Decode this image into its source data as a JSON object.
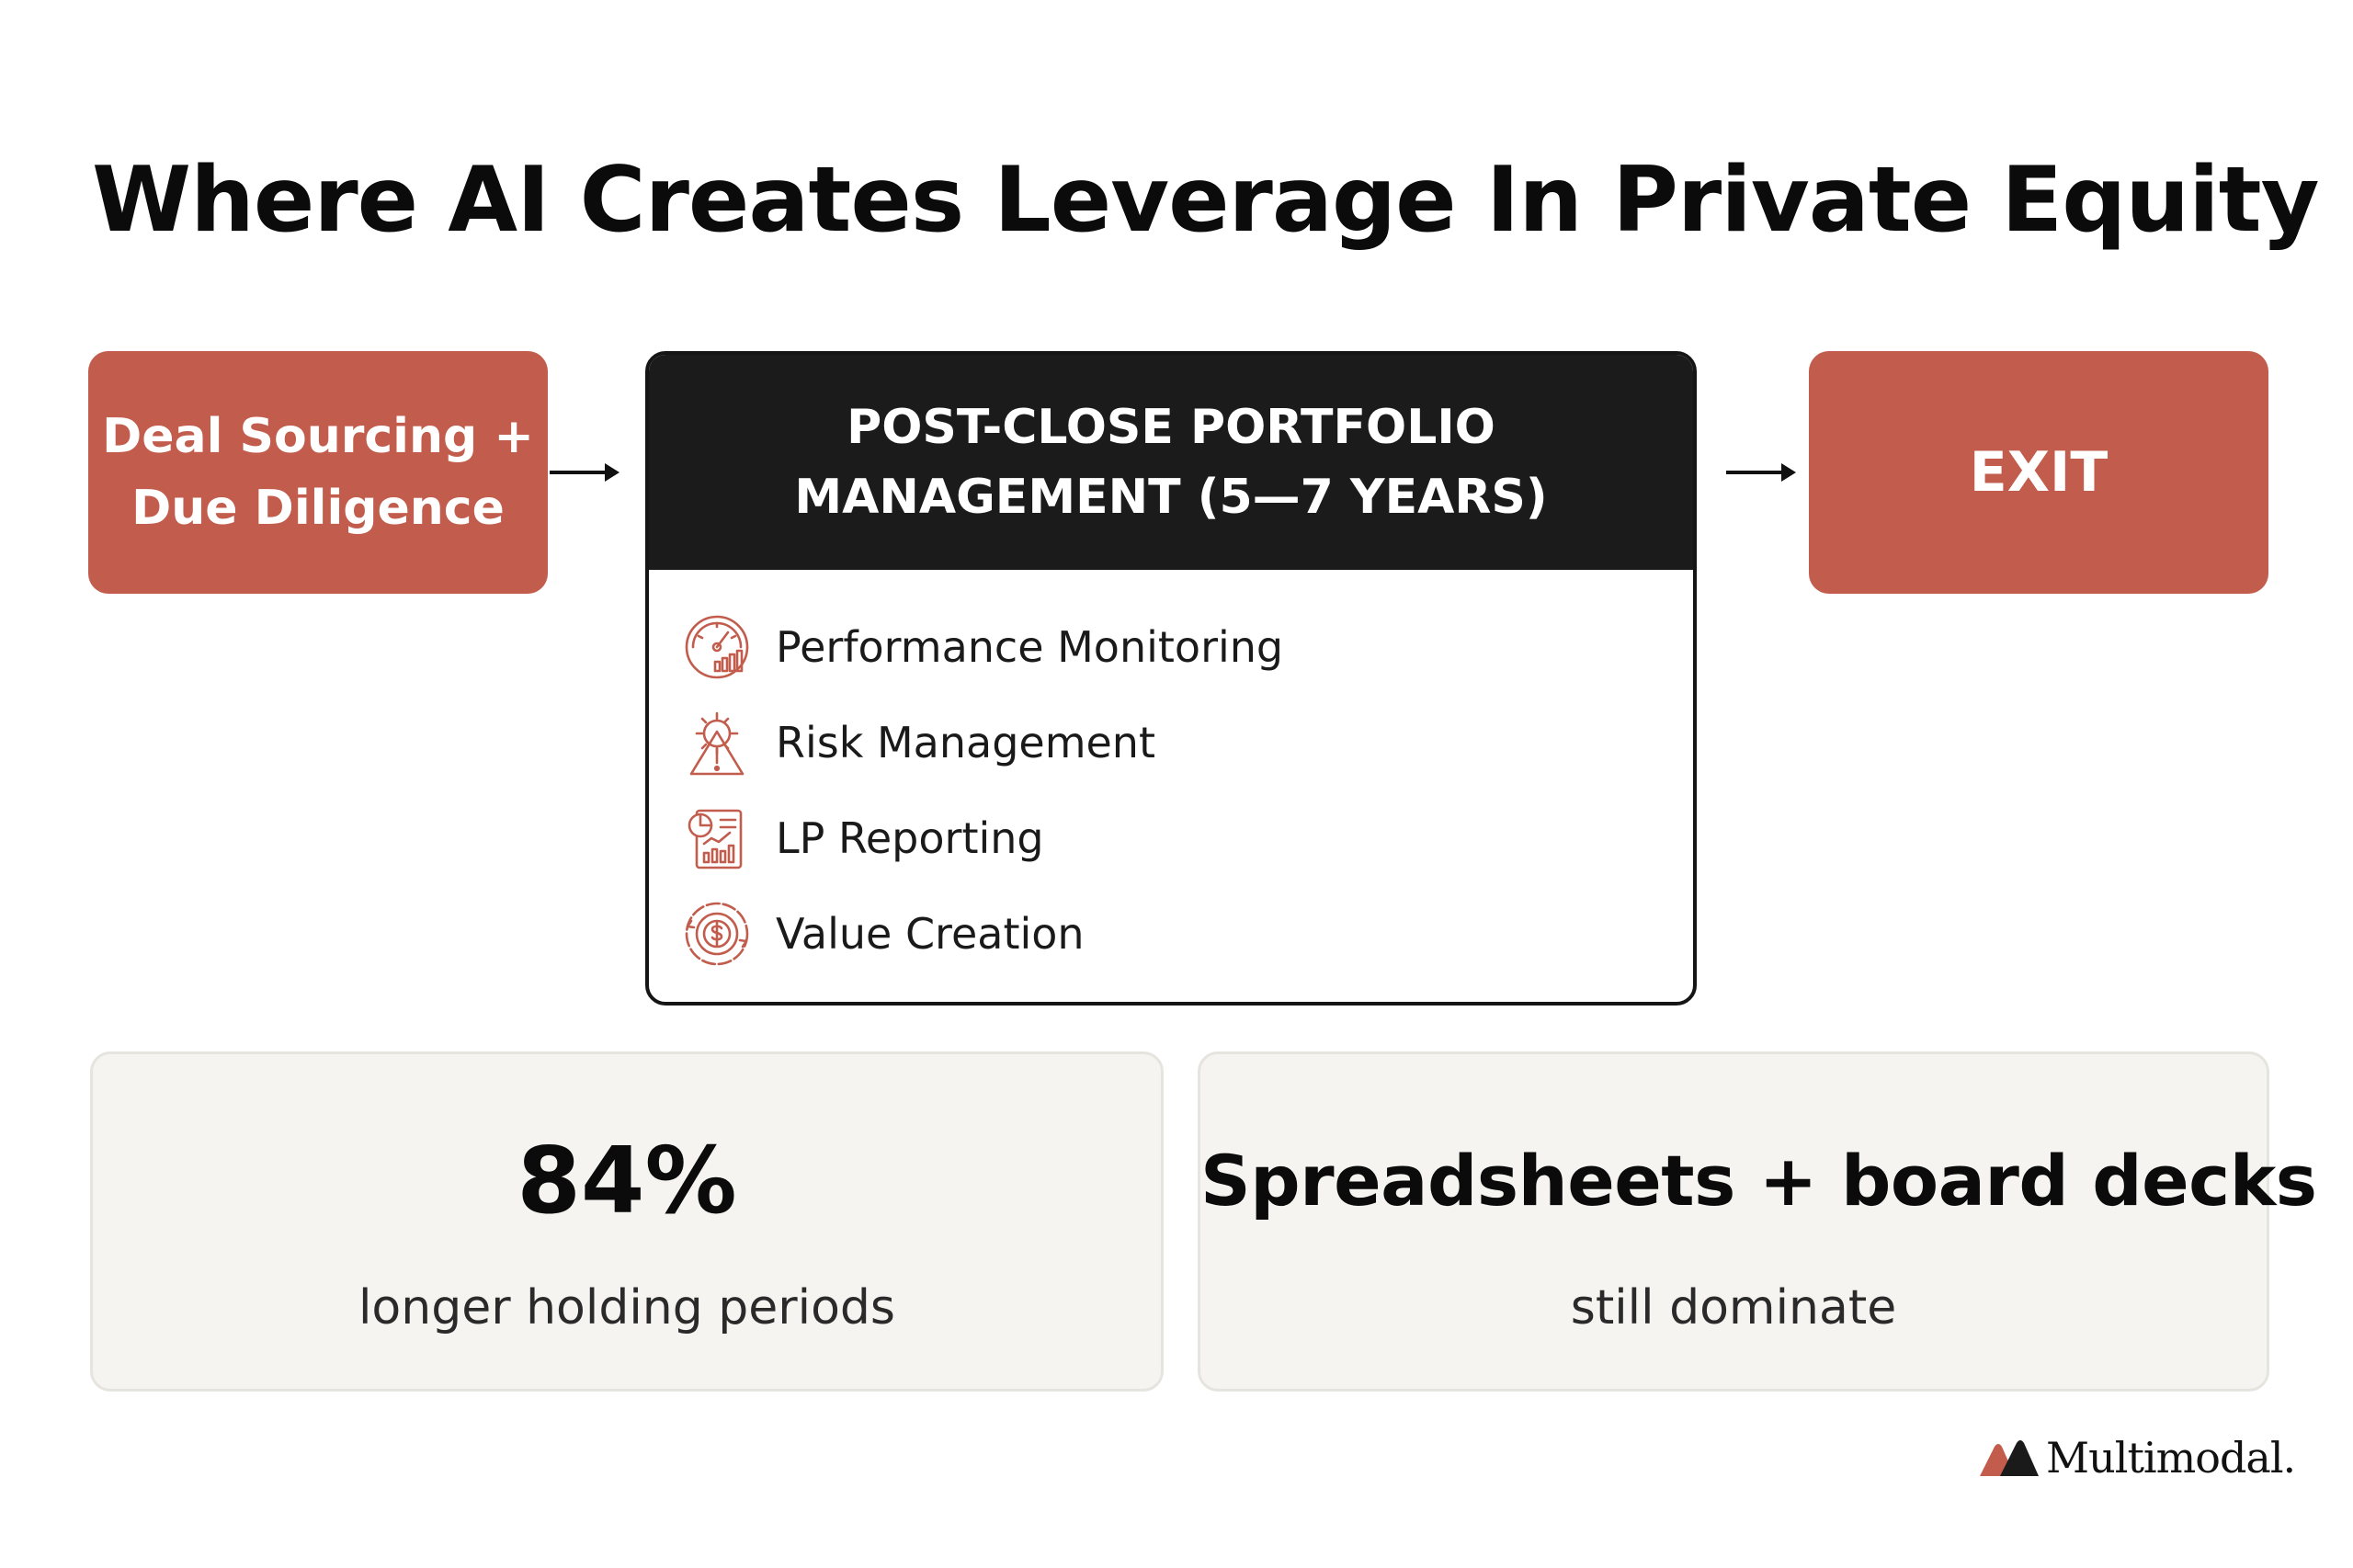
{
  "title": "Where AI Creates Leverage In Private Equity",
  "stages": {
    "left": {
      "line1": "Deal Sourcing +",
      "line2": "Due Diligence"
    },
    "center": {
      "line1": "POST-CLOSE PORTFOLIO",
      "line2": "MANAGEMENT (5—7 YEARS)"
    },
    "right": {
      "label": "EXIT"
    }
  },
  "center_items": [
    {
      "label": "Performance Monitoring",
      "icon": "gauge-chart-icon"
    },
    {
      "label": "Risk Management",
      "icon": "gear-warning-icon"
    },
    {
      "label": "LP Reporting",
      "icon": "report-document-icon"
    },
    {
      "label": "Value Creation",
      "icon": "dollar-gear-icon"
    }
  ],
  "stats": [
    {
      "value": "84%",
      "caption": "longer holding periods"
    },
    {
      "value": "Spreadsheets + board decks",
      "caption": "still dominate"
    }
  ],
  "brand": {
    "name": "Multimodal.",
    "icon": "multimodal-logo-icon"
  },
  "colors": {
    "accent": "#c25c4c",
    "dark": "#1b1b1b",
    "card_bg": "#f5f4f0",
    "text": "#0b0b0b"
  }
}
